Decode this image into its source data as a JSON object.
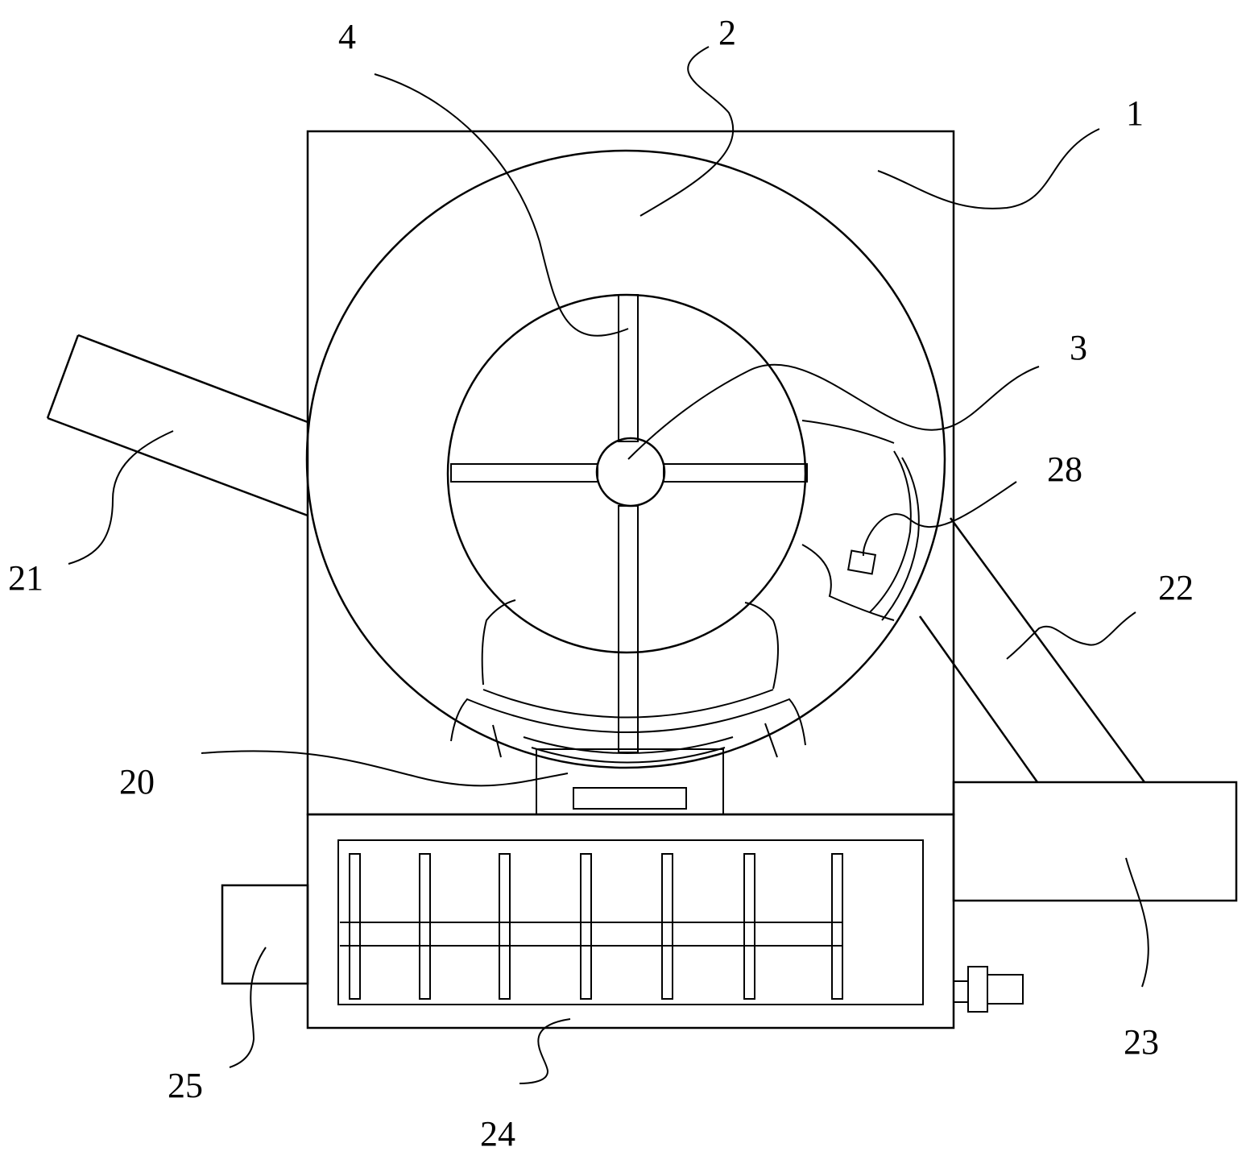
{
  "figure": {
    "labels": {
      "housing": "1",
      "drum": "2",
      "hub": "3",
      "blade": "4",
      "outlet_seat": "20",
      "feed_hopper": "21",
      "discharge_chute": "22",
      "side_box": "23",
      "mixing_tank": "24",
      "motor": "25",
      "sensor": "28"
    },
    "colors": {
      "line": "#000000",
      "background": "#ffffff"
    }
  }
}
